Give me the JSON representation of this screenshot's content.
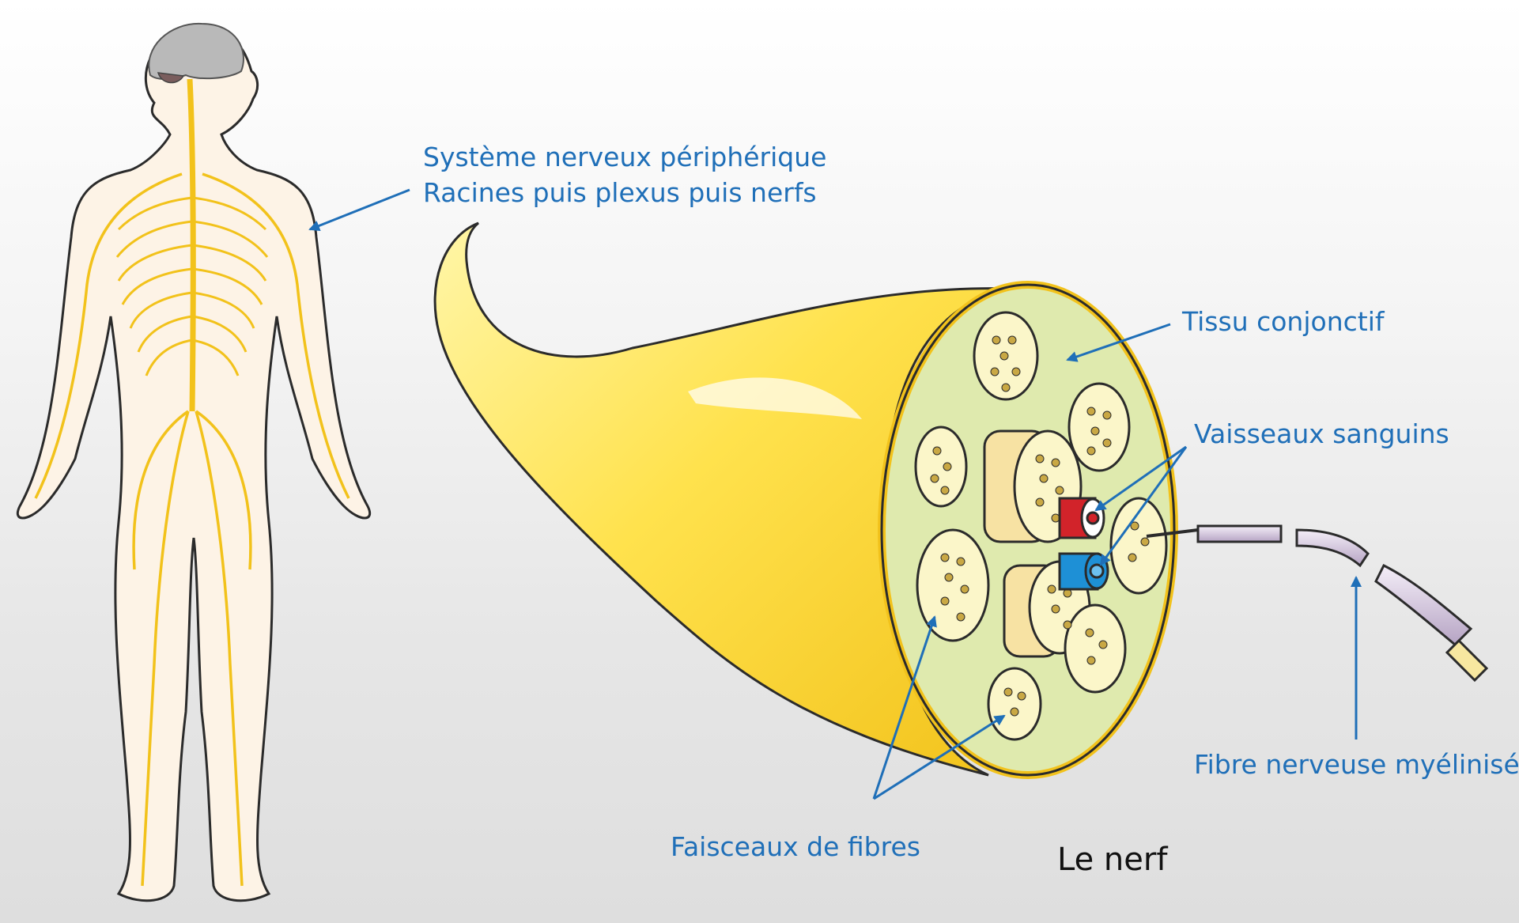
{
  "labels": {
    "pns_line1": "Système nerveux périphérique",
    "pns_line2": "Racines puis plexus puis nerfs",
    "tissu": "Tissu conjonctif",
    "vaisseaux": "Vaisseaux sanguins",
    "fibre": "Fibre nerveuse myélinisée",
    "faisceaux": "Faisceaux de fibres",
    "nerf": "Le nerf"
  },
  "colors": {
    "annotation": "#1f6fb8",
    "nerve": "#f2c21b",
    "body_outline": "#2b2b2b",
    "skin": "#fdf3e6",
    "connective": "#dfeaae",
    "fascicle": "#fbf6c9",
    "artery": "#d2232a",
    "vein": "#1e90d6",
    "brain": "#b9b9b9"
  }
}
